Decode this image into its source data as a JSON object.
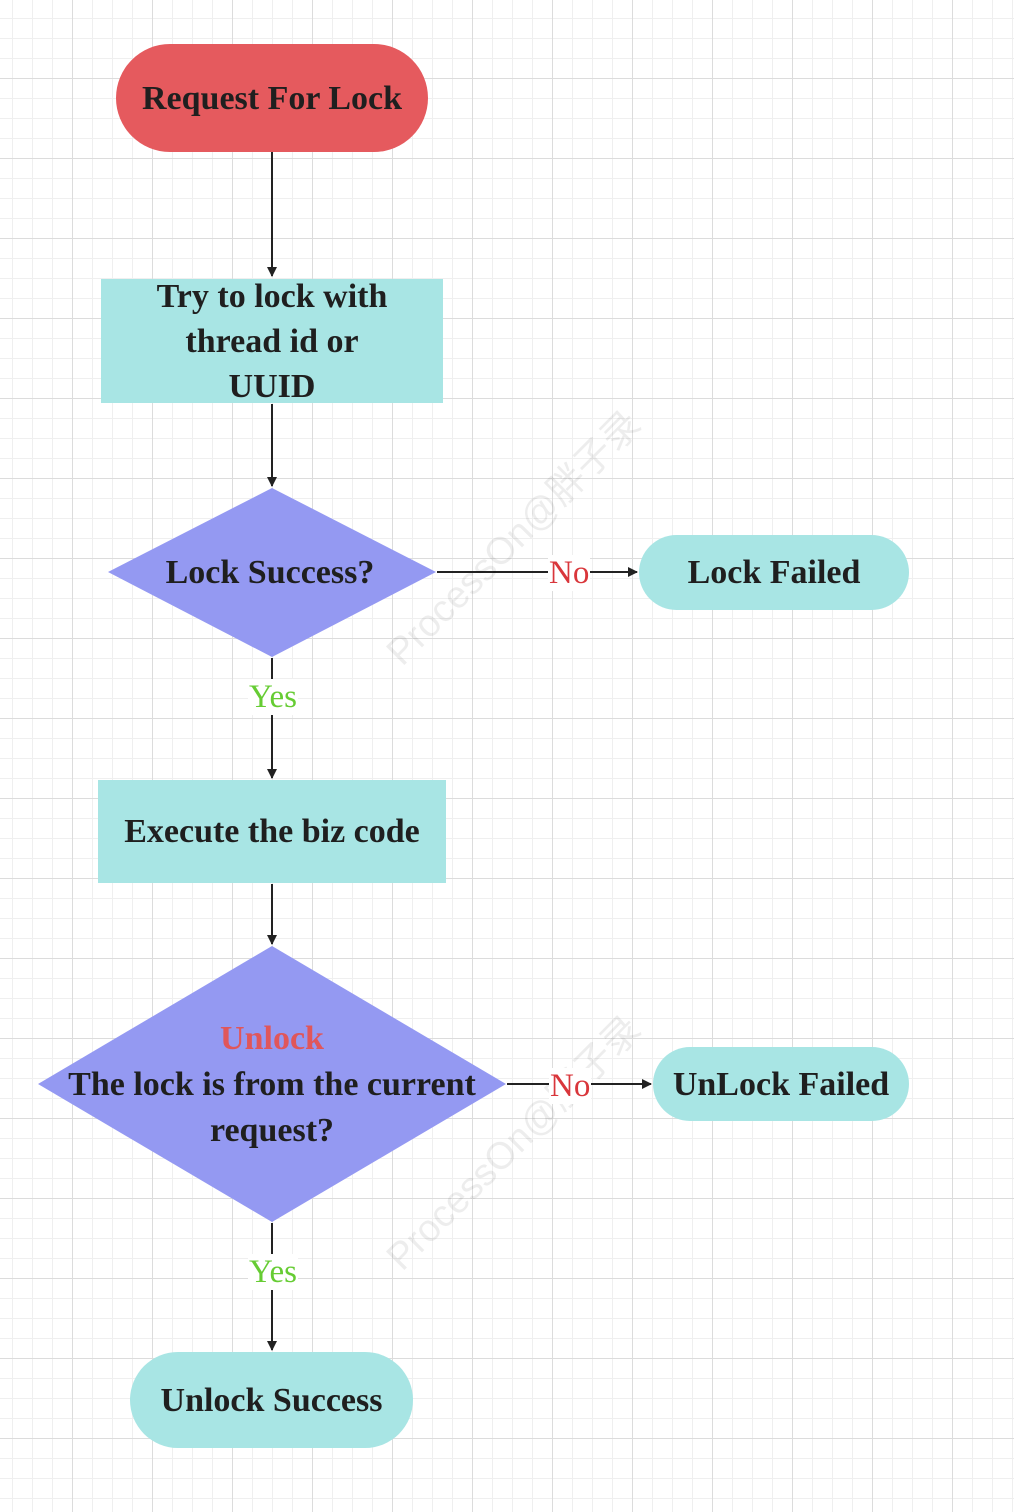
{
  "diagram": {
    "nodes": {
      "request": {
        "label": "Request For Lock",
        "fill": "#e55a5e",
        "shape": "rounded-terminal"
      },
      "try_lock": {
        "lines": [
          "Try to lock with",
          "thread id or",
          "UUID"
        ],
        "fill": "#a8e5e4",
        "shape": "process"
      },
      "lock_success": {
        "label": "Lock Success?",
        "fill": "#9499f2",
        "shape": "decision"
      },
      "lock_failed": {
        "label": "Lock Failed",
        "fill": "#a8e5e4",
        "shape": "rounded-terminal"
      },
      "execute": {
        "label": "Execute the biz code",
        "fill": "#a8e5e4",
        "shape": "process"
      },
      "unlock_check": {
        "title": "Unlock",
        "lines": [
          "The lock is from the current",
          "request?"
        ],
        "fill": "#9499f2",
        "title_color": "#e0565a",
        "shape": "decision"
      },
      "unlock_failed": {
        "label": "UnLock Failed",
        "fill": "#a8e5e4",
        "shape": "rounded-terminal"
      },
      "unlock_success": {
        "label": "Unlock Success",
        "fill": "#a8e5e4",
        "shape": "rounded-terminal"
      }
    },
    "edges": {
      "lock_no": {
        "label": "No",
        "color": "#d9363b"
      },
      "lock_yes": {
        "label": "Yes",
        "color": "#66cc33"
      },
      "unlock_no": {
        "label": "No",
        "color": "#d9363b"
      },
      "unlock_yes": {
        "label": "Yes",
        "color": "#66cc33"
      }
    },
    "watermark": "ProcessOn@胖子录"
  }
}
